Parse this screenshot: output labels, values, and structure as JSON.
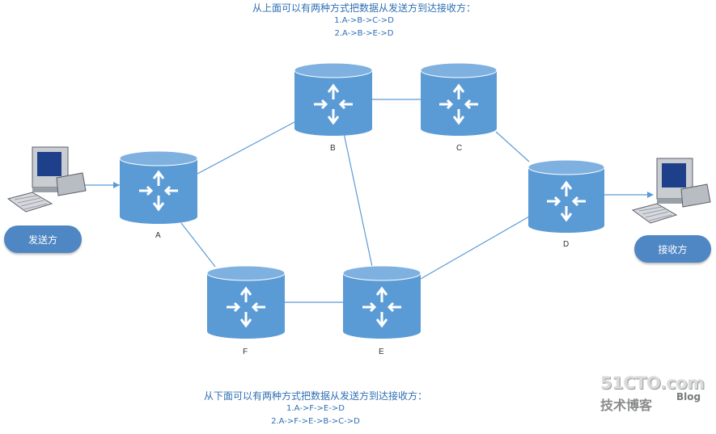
{
  "top_note": {
    "heading": "从上面可以有两种方式把数据从发送方到达接收方：",
    "paths": [
      "1.A->B->C->D",
      "2.A->B->E->D"
    ]
  },
  "bottom_note": {
    "heading": "从下面可以有两种方式把数据从发送方到达接收方：",
    "paths": [
      "1.A->F->E->D",
      "2.A->F->E->B->C->D"
    ]
  },
  "nodes": {
    "A": "A",
    "B": "B",
    "C": "C",
    "D": "D",
    "E": "E",
    "F": "F"
  },
  "sender": {
    "label": "发送方"
  },
  "receiver": {
    "label": "接收方"
  },
  "watermark": {
    "brand": "51CTO.com",
    "sub": "技术博客",
    "blog": "Blog"
  },
  "colors": {
    "router": "#5b9bd5",
    "router_dark": "#3f7fbf",
    "link": "#5b9bd5",
    "pill": "#4f87c4"
  }
}
